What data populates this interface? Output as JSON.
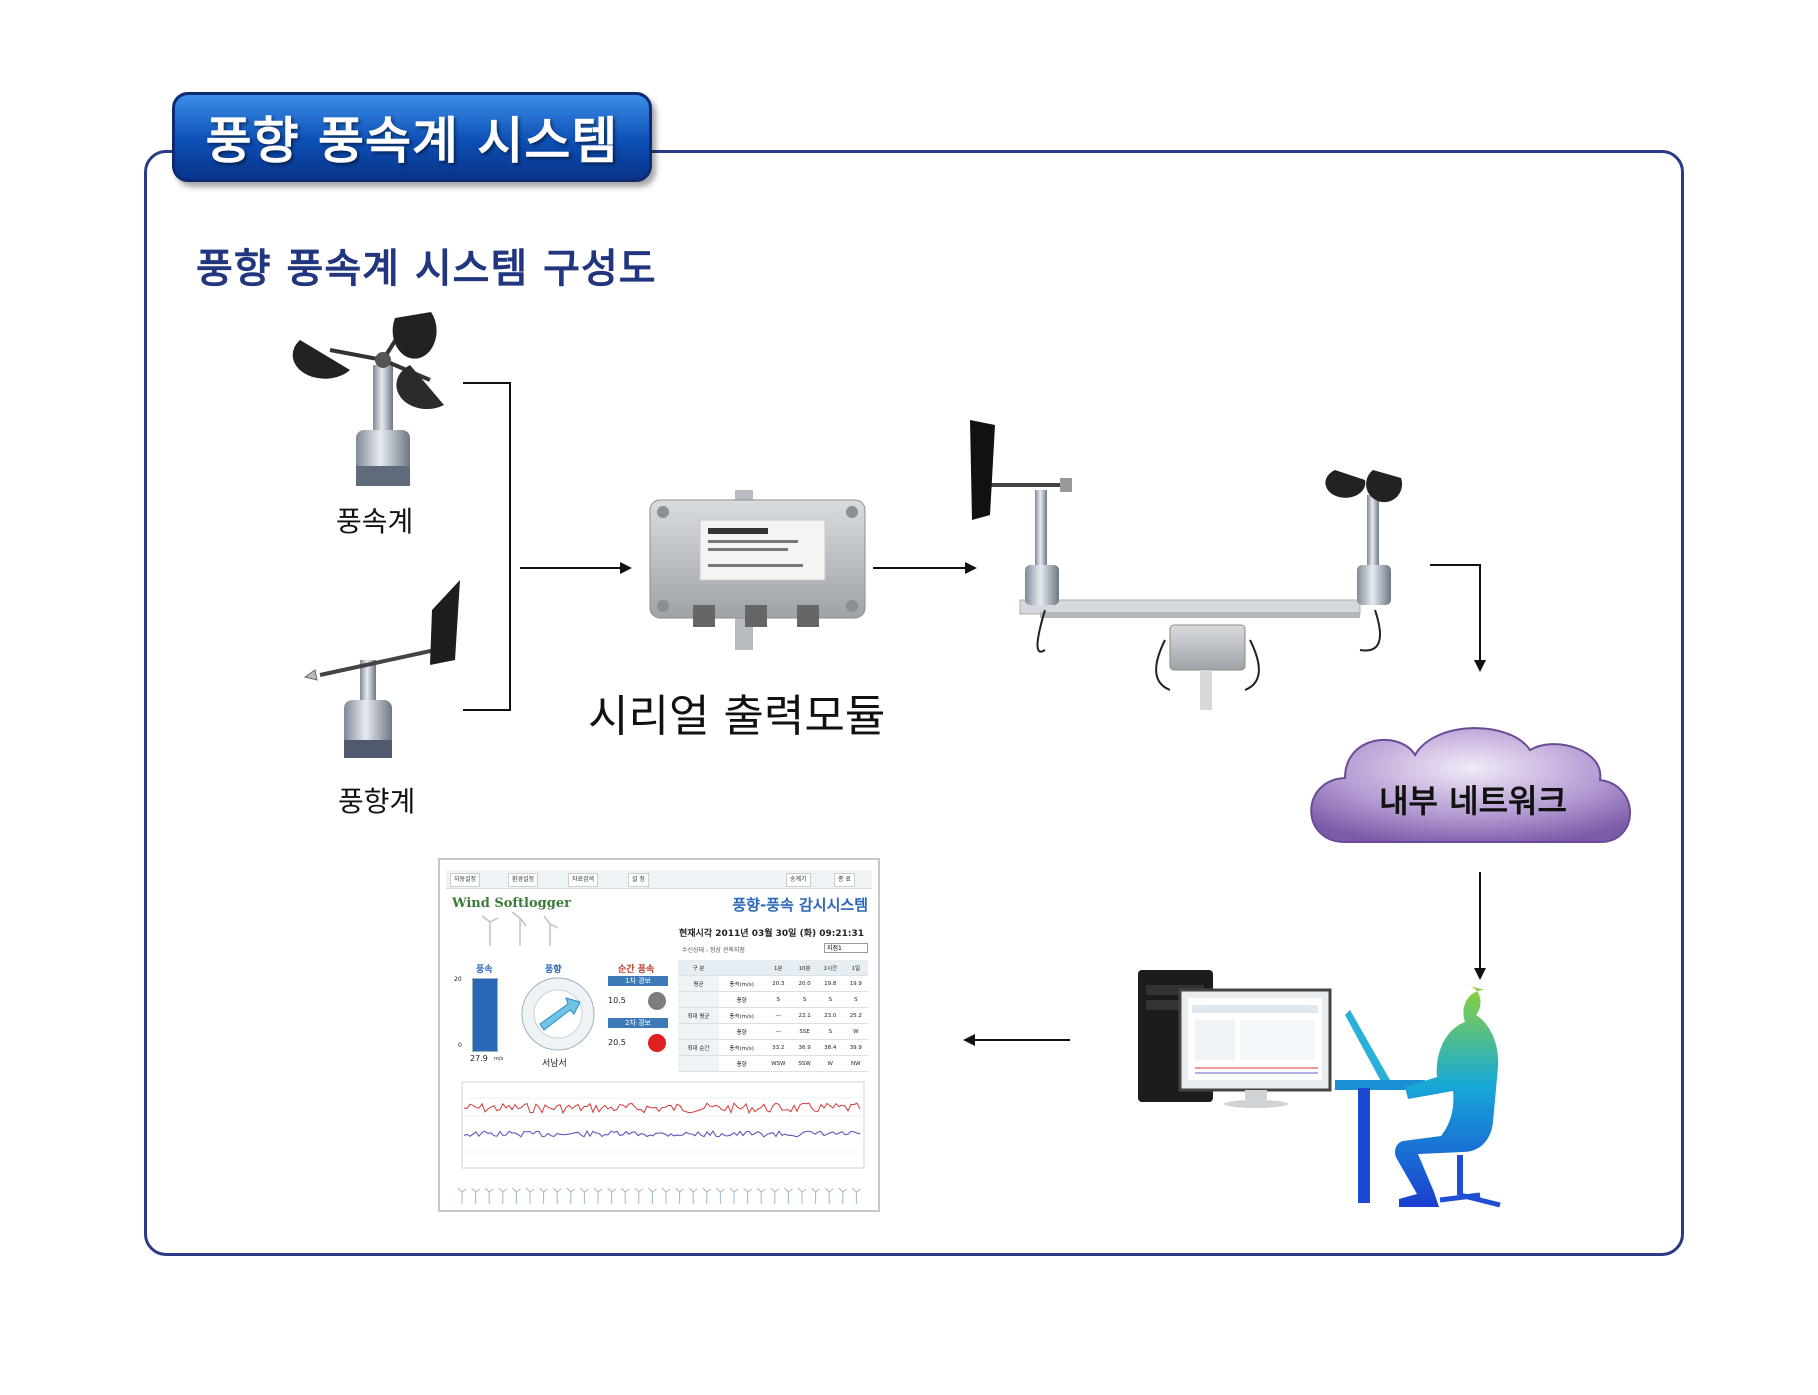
{
  "header": {
    "title": "풍향 풍속계 시스템"
  },
  "subtitle": "풍향 풍속계 시스템 구성도",
  "sensors": {
    "anemometer": "풍속계",
    "wind_vane": "풍향계"
  },
  "module": {
    "label": "시리얼 출력모듈"
  },
  "network": {
    "label": "내부 네트워크"
  },
  "screen": {
    "brand": "Wind Softlogger",
    "system_title": "풍향-풍속 감시시스템",
    "current_time": "현재시각 2011년 03월 30일 (화) 09:21:31",
    "status": "수신상태 : 정상    관측지점",
    "site": "지점1",
    "toolbar": [
      "자동설정",
      "환경설정",
      "자료검색",
      "설 정",
      "송계기",
      "종 료"
    ],
    "speed_label": "풍속",
    "dir_label": "풍향",
    "gust_label": "순간 풍속",
    "speed_max": "20",
    "speed_min": "0",
    "speed_value": "27.9",
    "speed_unit": "m/s",
    "dir_value": "서남서",
    "alert1_label": "1차 경보",
    "alert1_value": "10.5",
    "alert2_label": "2차 경보",
    "alert2_value": "20.5",
    "table": {
      "headers": [
        "구 분",
        "",
        "1분",
        "10분",
        "1시간",
        "1일"
      ],
      "rows": [
        [
          "평균",
          "풍속(m/s)",
          "20.3",
          "20.0",
          "19.8",
          "19.9"
        ],
        [
          "",
          "풍향",
          "S",
          "S",
          "S",
          "S"
        ],
        [
          "최대 평균",
          "풍속(m/s)",
          "—",
          "22.1",
          "23.0",
          "25.2"
        ],
        [
          "",
          "풍향",
          "—",
          "SSE",
          "S",
          "W"
        ],
        [
          "최대 순간",
          "풍속(m/s)",
          "33.2",
          "36.9",
          "38.4",
          "39.9"
        ],
        [
          "",
          "풍향",
          "WSW",
          "SSW",
          "W",
          "NW"
        ]
      ]
    }
  },
  "colors": {
    "frame": "#2b3a86",
    "title_bg": "#0d4fb5",
    "subtitle": "#22357f",
    "cloud": "#9b7fc0",
    "person": "#1fa0d8"
  },
  "icons": [
    "anemometer-icon",
    "wind-vane-icon",
    "serial-module-icon",
    "sensor-mast-icon",
    "network-cloud-icon",
    "desktop-pc-icon",
    "operator-icon"
  ]
}
